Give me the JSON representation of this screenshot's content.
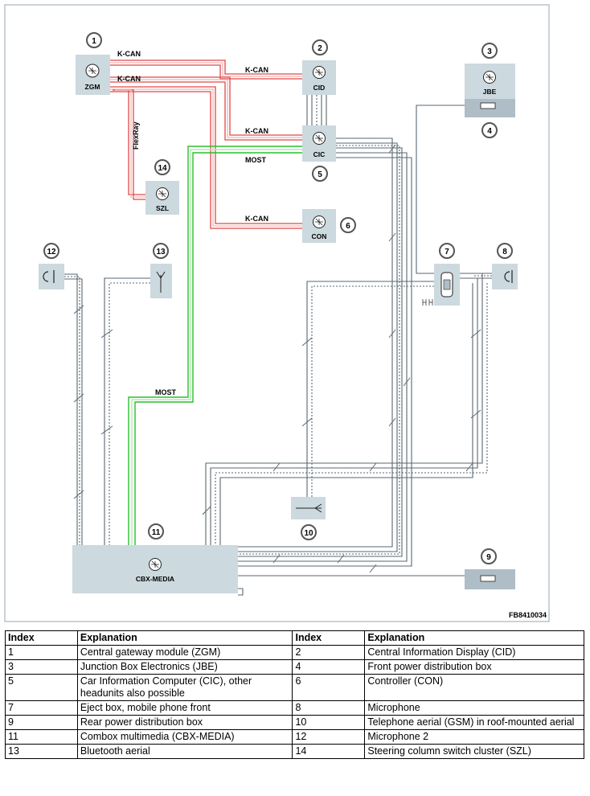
{
  "diagram": {
    "figure_code": "FB8410034",
    "bus_labels": {
      "kcan": "K-CAN",
      "most": "MOST",
      "flexray": "FlexRay"
    },
    "modules": {
      "zgm": "ZGM",
      "cid": "CID",
      "jbe": "JBE",
      "cic": "CIC",
      "con": "CON",
      "szl": "SZL",
      "cbx": "CBX-MEDIA"
    },
    "markers": [
      "1",
      "2",
      "3",
      "4",
      "5",
      "6",
      "7",
      "8",
      "9",
      "10",
      "11",
      "12",
      "13",
      "14"
    ]
  },
  "legend": {
    "headers": [
      "Index",
      "Explanation",
      "Index",
      "Explanation"
    ],
    "rows": [
      [
        "1",
        "Central gateway module (ZGM)",
        "2",
        "Central Information Display (CID)"
      ],
      [
        "3",
        "Junction Box Electronics (JBE)",
        "4",
        "Front power distribution box"
      ],
      [
        "5",
        "Car Information Computer (CIC), other headunits also possible",
        "6",
        "Controller (CON)"
      ],
      [
        "7",
        "Eject box, mobile phone front",
        "8",
        "Microphone"
      ],
      [
        "9",
        "Rear power distribution box",
        "10",
        "Telephone aerial (GSM) in roof-mounted aerial"
      ],
      [
        "11",
        "Combox multimedia (CBX-MEDIA)",
        "12",
        "Microphone 2"
      ],
      [
        "13",
        "Bluetooth aerial",
        "14",
        "Steering column switch cluster (SZL)"
      ]
    ]
  }
}
